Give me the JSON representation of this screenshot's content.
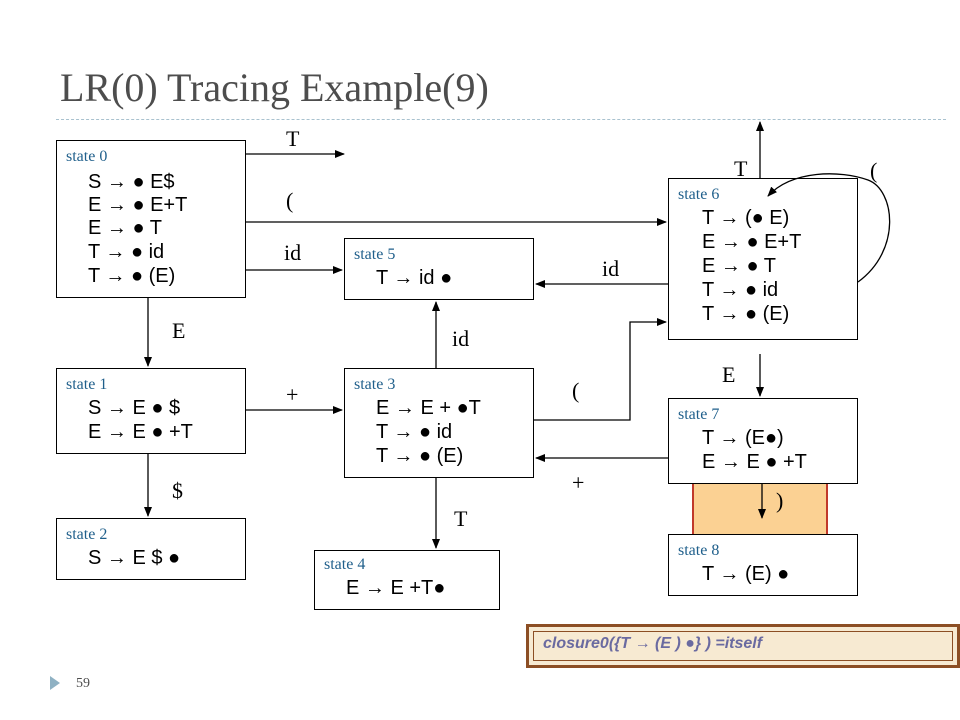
{
  "title": "LR(0) Tracing Example(9)",
  "page_number": "59",
  "states": {
    "s0": {
      "label": "state 0",
      "items": [
        "S → ● E$",
        "E → ● E+T",
        "E → ● T",
        "T → ● id",
        "T → ● (E)"
      ]
    },
    "s1": {
      "label": "state 1",
      "items": [
        "S → E ● $",
        "E → E ● +T"
      ]
    },
    "s2": {
      "label": "state 2",
      "items": [
        "S → E $ ●"
      ]
    },
    "s3": {
      "label": "state 3",
      "items": [
        "E → E + ●T",
        "T → ● id",
        "T → ● (E)"
      ]
    },
    "s4": {
      "label": "state 4",
      "items": [
        "E → E +T●"
      ]
    },
    "s5": {
      "label": "state 5",
      "items": [
        "T → id ●"
      ]
    },
    "s6": {
      "label": "state 6",
      "items": [
        "T → (● E)",
        "E → ● E+T",
        "E → ● T",
        "T → ● id",
        "T → ● (E)"
      ]
    },
    "s7": {
      "label": "state 7",
      "items": [
        "T → (E●)",
        "E → E ● +T"
      ]
    },
    "s8": {
      "label": "state 8",
      "items": [
        "T → (E) ●"
      ]
    }
  },
  "edges": {
    "s0_T": "T",
    "s0_lparen": "(",
    "s0_id": "id",
    "s0_E": "E",
    "s1_dollar": "$",
    "s1_plus": "+",
    "s3_id": "id",
    "s3_lparen": "(",
    "s3_T": "T",
    "s6_id": "id",
    "s6_T": "T",
    "s6_lparen": "(",
    "s6_E": "E",
    "s7_plus": "+",
    "s7_rparen": ")"
  },
  "note": "closure0({T → (E ) ●} ) =itself"
}
